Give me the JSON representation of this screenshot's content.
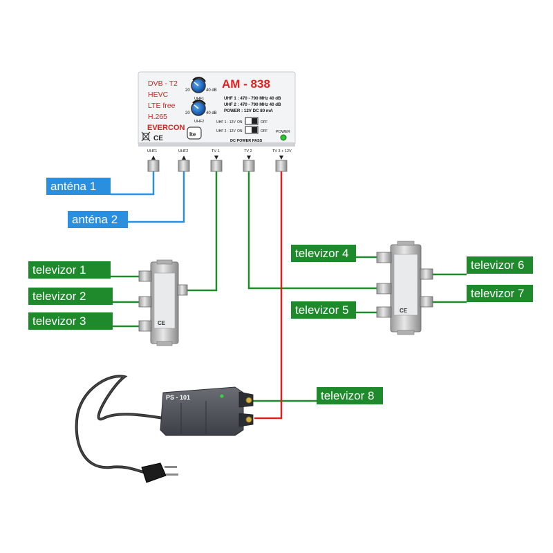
{
  "amplifier": {
    "model": "AM - 838",
    "features": [
      "DVB - T2",
      "HEVC",
      "LTE free",
      "H.265"
    ],
    "brand": "EVERCON",
    "spec_uhf1": "UHF 1 : 470 - 790 MHz 40 dB",
    "spec_uhf2": "UHF 2 : 470 - 790 MHz 40 dB",
    "spec_power": "POWER : 12V DC 80 mA",
    "knob_min": "20",
    "knob_max": "40 dB",
    "knob1_label": "UHF1",
    "knob2_label": "UHF2",
    "switch1_label": "UHF 1 - 12V",
    "switch2_label": "UHF 2 - 12V",
    "switch_on": "ON",
    "switch_off": "OFF",
    "dc_power_pass": "DC POWER PASS",
    "power_label": "POWER",
    "lte_logo": "lte",
    "ports": [
      "UHF1",
      "UHF2",
      "TV 1",
      "TV 2",
      "TV 3 + 12V"
    ]
  },
  "labels": {
    "antenna1": "anténa 1",
    "antenna2": "anténa 2",
    "tv1": "televizor 1",
    "tv2": "televizor 2",
    "tv3": "televizor 3",
    "tv4": "televizor 4",
    "tv5": "televizor 5",
    "tv6": "televizor 6",
    "tv7": "televizor 7",
    "tv8": "televizor 8"
  },
  "power_supply": {
    "model": "PS - 101"
  },
  "colors": {
    "antenna_line": "#2b8fe0",
    "tv_line": "#1f8a2c",
    "power_line": "#e02020",
    "model_text": "#e02020",
    "brand_text": "#e02020"
  }
}
